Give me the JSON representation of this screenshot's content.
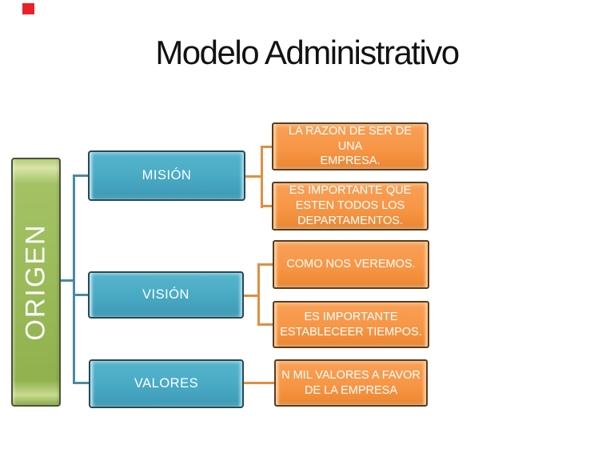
{
  "slide": {
    "title": "Modelo Administrativo",
    "marker_color": "#ea2127"
  },
  "diagram": {
    "type": "horizontal-hierarchy",
    "root": {
      "label": "ORIGEN"
    },
    "branches": [
      {
        "label": "MISIÓN",
        "children": [
          {
            "text": "LA RAZON DE SER DE UNA EMPRESA.",
            "lines": [
              "LA RAZON DE SER DE UNA",
              "EMPRESA."
            ]
          },
          {
            "text": "ES IMPORTANTE QUE ESTEN TODOS LOS DEPARTAMENTOS.",
            "lines": [
              "ES IMPORTANTE QUE",
              "ESTEN TODOS LOS",
              "DEPARTAMENTOS."
            ]
          }
        ]
      },
      {
        "label": "VISIÓN",
        "children": [
          {
            "text": "COMO NOS VEREMOS.",
            "lines": [
              "COMO NOS VEREMOS."
            ]
          },
          {
            "text": "ES IMPORTANTE ESTABLECEER TIEMPOS.",
            "lines": [
              "ES IMPORTANTE",
              "ESTABLECEER TIEMPOS."
            ]
          }
        ]
      },
      {
        "label": "VALORES",
        "children": [
          {
            "text": "N MIL VALORES A FAVOR DE LA EMPRESA",
            "lines": [
              "N MIL VALORES A FAVOR",
              "DE LA EMPRESA"
            ]
          }
        ]
      }
    ],
    "colors": {
      "root_fill": "#9bbb59",
      "branch_fill": "#4bacc6",
      "leaf_fill": "#f79646",
      "branch_line": "#4a8aa5",
      "leaf_line": "#df8f41",
      "text": "#ffffff",
      "title_text": "#121212"
    }
  }
}
